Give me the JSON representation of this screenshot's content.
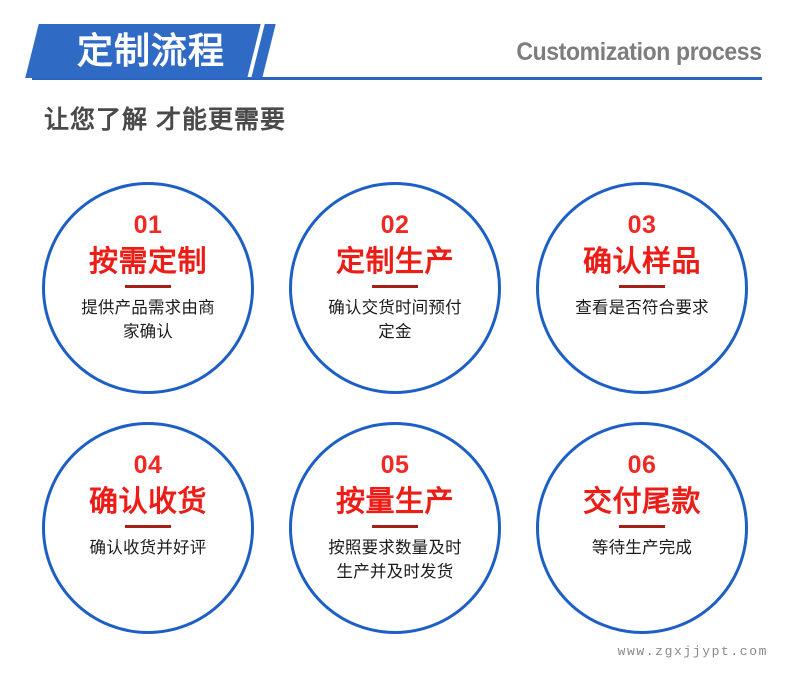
{
  "header": {
    "banner_title": "定制流程",
    "english_title": "Customization process",
    "subtitle": "让您了解 才能更需要",
    "accent_blue": "#2f6ac4",
    "rule_blue": "#2a64c0",
    "english_gray": "#7d7d7d",
    "subtitle_gray": "#4a4a4a"
  },
  "colors": {
    "circle_border": "#1d5fc4",
    "number_red": "#ee2a24",
    "title_red": "#ec1c17",
    "divider_red": "#a32019",
    "desc_black": "#1b1b1b",
    "watermark_gray": "#8a8a8a",
    "background": "#ffffff"
  },
  "steps": [
    {
      "number": "01",
      "title": "按需定制",
      "desc": "提供产品需求由商家确认"
    },
    {
      "number": "02",
      "title": "定制生产",
      "desc": "确认交货时间预付定金"
    },
    {
      "number": "03",
      "title": "确认样品",
      "desc": "查看是否符合要求"
    },
    {
      "number": "04",
      "title": "确认收货",
      "desc": "确认收货并好评"
    },
    {
      "number": "05",
      "title": "按量生产",
      "desc": "按照要求数量及时生产并及时发货"
    },
    {
      "number": "06",
      "title": "交付尾款",
      "desc": "等待生产完成"
    }
  ],
  "watermark": "www.zgxjjypt.com"
}
